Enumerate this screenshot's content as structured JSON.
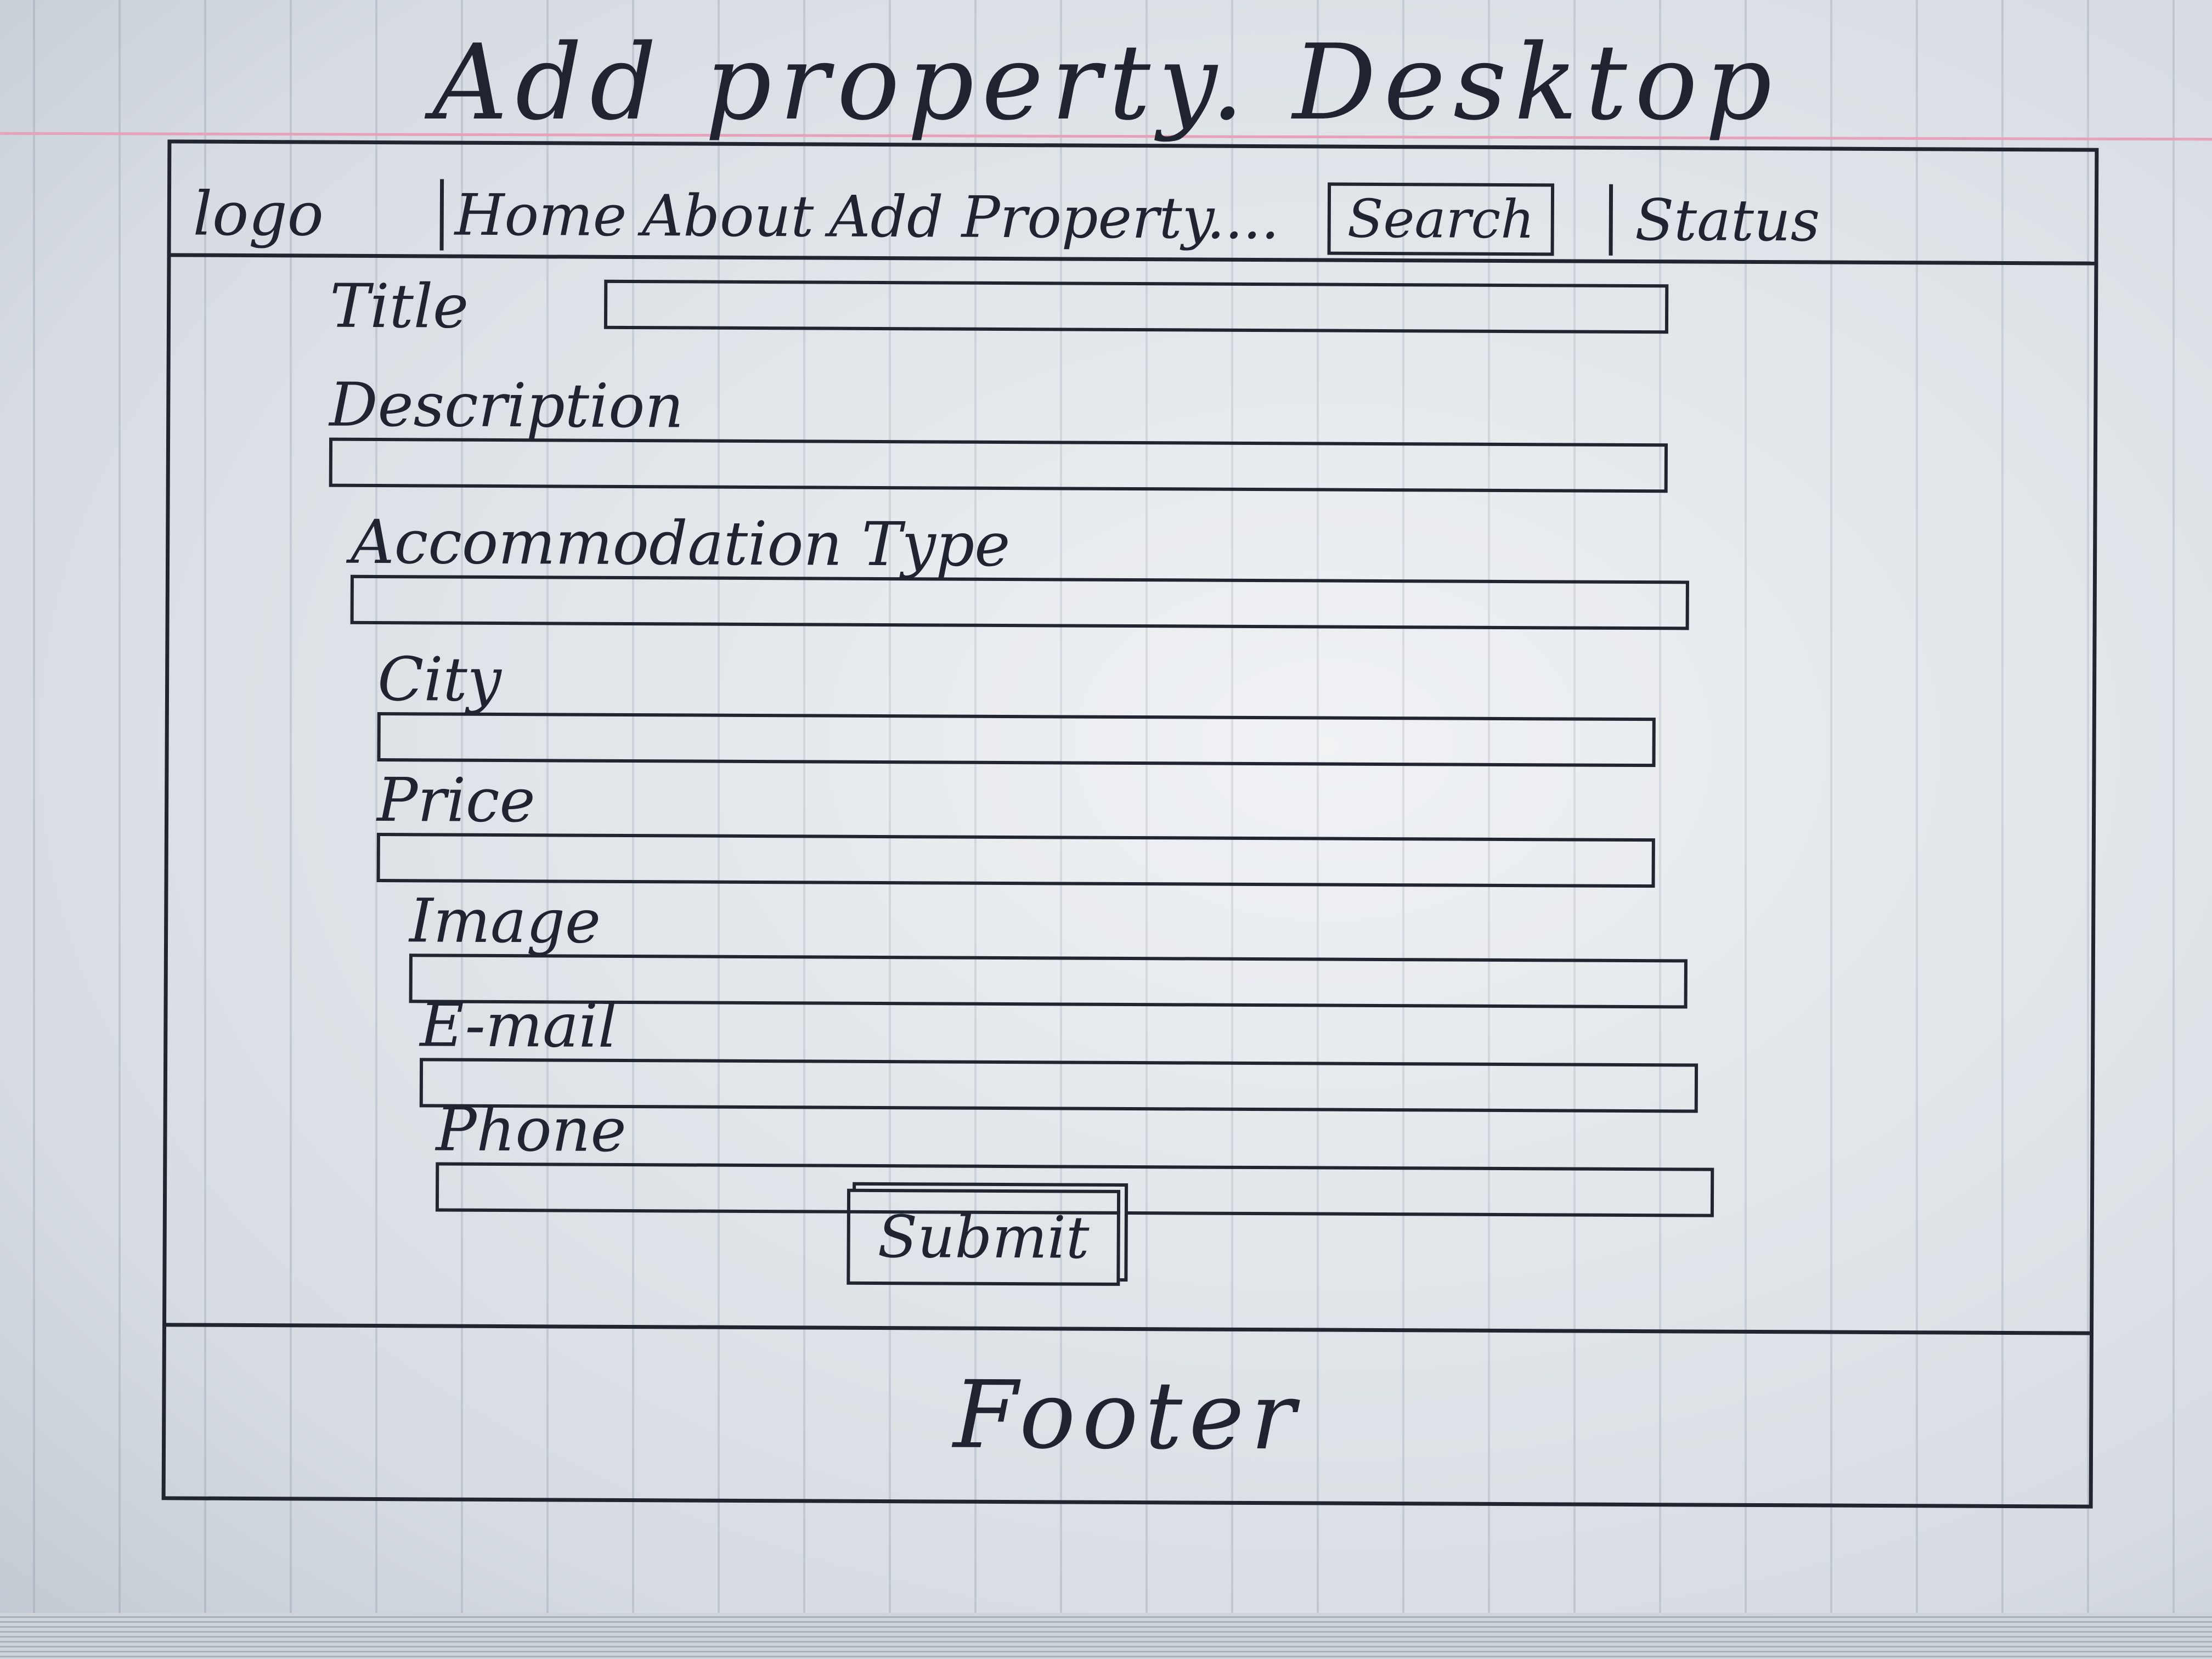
{
  "page": {
    "title": "Add property. Desktop"
  },
  "navbar": {
    "logo": "logo",
    "links": [
      "Home",
      "About",
      "Add Property...."
    ],
    "search_label": "Search",
    "status_label": "Status"
  },
  "form": {
    "fields": [
      {
        "label": "Title",
        "value": ""
      },
      {
        "label": "Description",
        "value": ""
      },
      {
        "label": "Accommodation Type",
        "value": ""
      },
      {
        "label": "City",
        "value": ""
      },
      {
        "label": "Price",
        "value": ""
      },
      {
        "label": "Image",
        "value": ""
      },
      {
        "label": "E-mail",
        "value": ""
      },
      {
        "label": "Phone",
        "value": ""
      }
    ],
    "submit_label": "Submit"
  },
  "footer": {
    "label": "Footer"
  },
  "colors": {
    "ink": "#1f2430",
    "paper": "#e3e7ec",
    "margin_line": "#e7a1b8"
  }
}
